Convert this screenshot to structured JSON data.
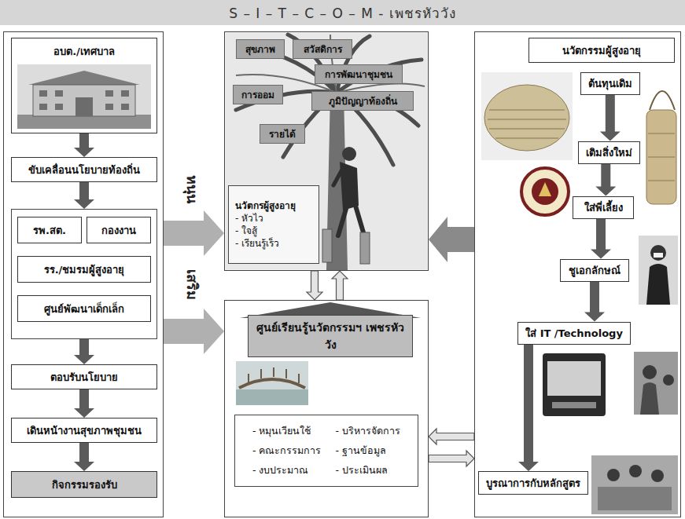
{
  "diagram": {
    "title": "S – I – T – C – O – M - เพชรหัววัง",
    "nodes": [
      {
        "text": []
      },
      {
        "text": [
          "อบต./เทศบาล"
        ],
        "in": 0
      },
      {
        "text": [
          "ขับเคลื่อนนโยบายท้องถิ่น"
        ],
        "in": 0
      },
      {
        "text": [],
        "in": 0
      },
      {
        "text": [
          "รพ.สต."
        ],
        "in": 3
      },
      {
        "text": [
          "กองงาน"
        ],
        "in": 3
      },
      {
        "text": [
          "รร./ชมรมผู้สูงอายุ"
        ],
        "in": 3
      },
      {
        "text": [
          "ศูนย์พัฒนาเด็กเล็ก"
        ],
        "in": 3
      },
      {
        "text": [
          "ตอบรับนโยบาย"
        ],
        "in": 0
      },
      {
        "text": [
          "เดินหน้างานสุขภาพชุมชน"
        ],
        "in": 0
      },
      {
        "text": [
          "กิจกรรมรองรับ"
        ],
        "in": 0
      },
      {
        "text": []
      },
      {
        "text": [
          "สุขภาพ"
        ],
        "in": 11
      },
      {
        "text": [
          "สวัสดิการ"
        ],
        "in": 11
      },
      {
        "text": [
          "การพัฒนาชุมชน"
        ],
        "in": 11
      },
      {
        "text": [
          "การออม"
        ],
        "in": 11
      },
      {
        "text": [
          "ภูมิปัญญาท้องถิ่น"
        ],
        "in": 11
      },
      {
        "text": [
          "รายได้"
        ],
        "in": 11
      },
      {
        "text": [
          "นวัตกรผู้สูงอายุ",
          "- หัวไว",
          "- ใจสู้",
          "- เรียนรู้เร็ว"
        ],
        "in": 11
      },
      {
        "text": []
      },
      {
        "text": [
          "ศูนย์เรียนรู้นวัตกรรมฯ เพชรหัววัง"
        ],
        "in": 19
      },
      {
        "text": [
          "- หมุนเวียนใช้",
          "- บริหารจัดการ",
          "- คณะกรรมการ",
          "- ฐานข้อมูล",
          "- งบประมาณ",
          "- ประเมินผล"
        ],
        "in": 19
      },
      {
        "text": []
      },
      {
        "text": [
          "นวัตกรรมผู้สูงอายุ"
        ],
        "in": 22
      },
      {
        "text": [
          "ต้นทุนเดิม"
        ],
        "in": 22
      },
      {
        "text": [
          "เติมสิ่งใหม่"
        ],
        "in": 22
      },
      {
        "text": [
          "ใส่พี่เลี้ยง"
        ],
        "in": 22
      },
      {
        "text": [
          "ชูเอกลักษณ์"
        ],
        "in": 22
      },
      {
        "text": [
          "ใส่ IT /Technology"
        ],
        "in": 22
      },
      {
        "text": [
          "บูรณาการกับหลักสูตร"
        ],
        "in": 22
      }
    ],
    "edges": [
      {
        "from": 1,
        "to": 2,
        "arrow": "to"
      },
      {
        "from": 2,
        "to": 3,
        "arrow": "to"
      },
      {
        "from": 3,
        "to": 8,
        "arrow": "to"
      },
      {
        "from": 8,
        "to": 9,
        "arrow": "to"
      },
      {
        "from": 9,
        "to": 10,
        "arrow": "to"
      },
      {
        "from": 0,
        "to": 11,
        "label": "หนุน",
        "arrow": "to"
      },
      {
        "from": 0,
        "to": 19,
        "label": "เสริม",
        "arrow": "to"
      },
      {
        "from": 11,
        "to": 19,
        "arrow": "to"
      },
      {
        "from": 19,
        "to": 11,
        "arrow": "to"
      },
      {
        "from": 22,
        "to": 11,
        "arrow": "to"
      },
      {
        "from": 22,
        "to": 19,
        "arrow": "to"
      },
      {
        "from": 19,
        "to": 22,
        "arrow": "to"
      },
      {
        "from": 24,
        "to": 25,
        "arrow": "to"
      },
      {
        "from": 25,
        "to": 26,
        "arrow": "to"
      },
      {
        "from": 26,
        "to": 27,
        "arrow": "to"
      },
      {
        "from": 27,
        "to": 28,
        "arrow": "to"
      },
      {
        "from": 28,
        "to": 29,
        "arrow": "to"
      }
    ]
  }
}
